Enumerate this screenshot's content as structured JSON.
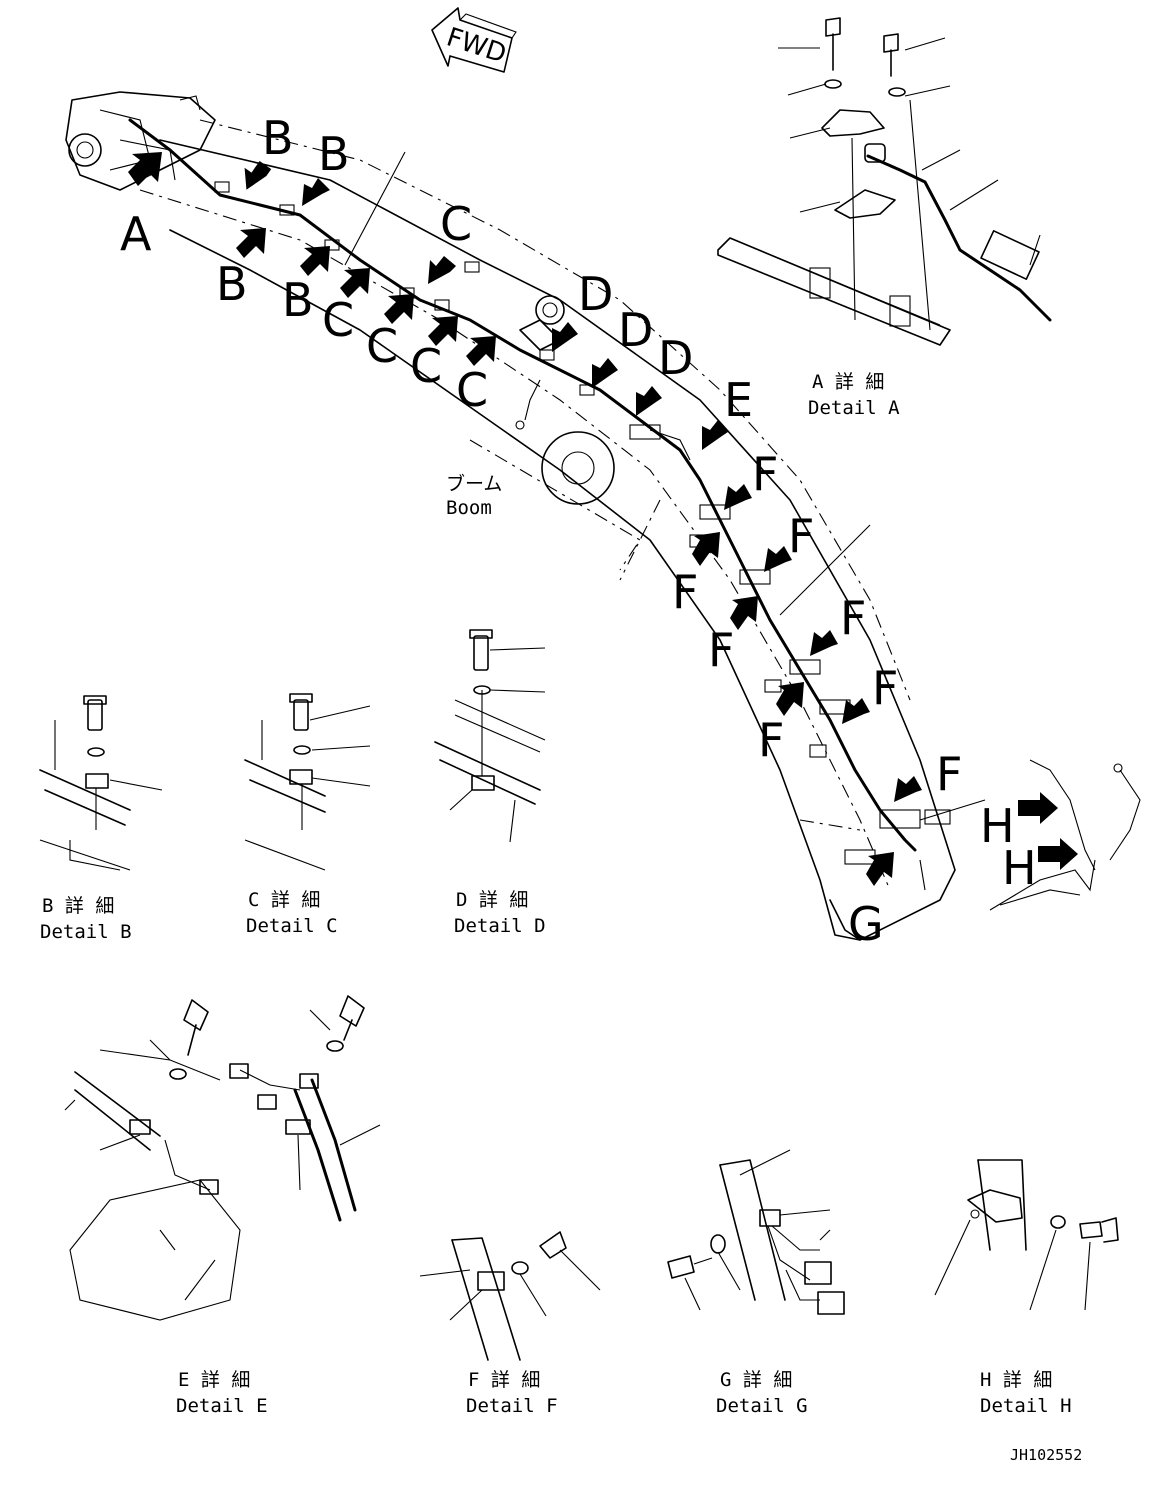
{
  "fwd_label": "FWD",
  "boom_label": {
    "jp": "ブーム",
    "en": "Boom"
  },
  "drawing_number": "JH102552",
  "callouts": {
    "A": "A",
    "B": "B",
    "C": "C",
    "D": "D",
    "E": "E",
    "F": "F",
    "G": "G",
    "H": "H"
  },
  "details": {
    "A": {
      "jp": "A 詳 細",
      "en": "Detail A"
    },
    "B": {
      "jp": "B 詳 細",
      "en": "Detail B"
    },
    "C": {
      "jp": "C 詳 細",
      "en": "Detail C"
    },
    "D": {
      "jp": "D 詳 細",
      "en": "Detail D"
    },
    "E": {
      "jp": "E 詳 細",
      "en": "Detail E"
    },
    "F": {
      "jp": "F 詳 細",
      "en": "Detail F"
    },
    "G": {
      "jp": "G 詳 細",
      "en": "Detail G"
    },
    "H": {
      "jp": "H 詳 細",
      "en": "Detail H"
    }
  }
}
